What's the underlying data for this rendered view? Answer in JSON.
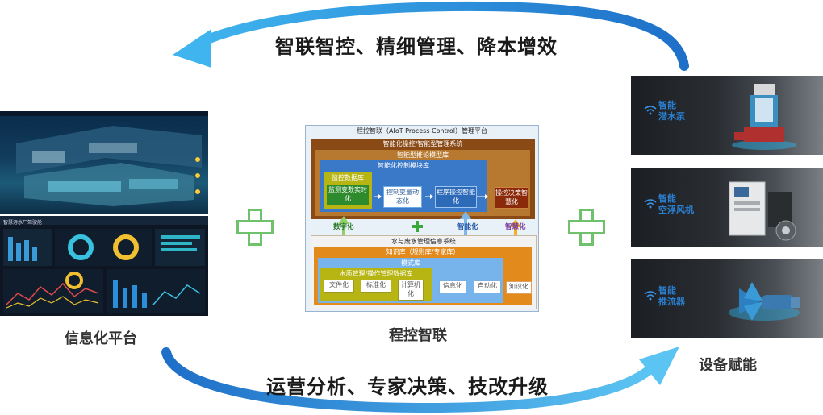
{
  "slogans": {
    "top": "智联智控、精细管理、降本增效",
    "bottom": "运营分析、专家决策、技改升级"
  },
  "captions": {
    "left": "信息化平台",
    "center": "程控智联",
    "right": "设备赋能"
  },
  "platform": {
    "title": "程控智联（AIoT Process Control）管理平台",
    "top_system": "智能化操控/智能型管理系统",
    "model_lib": "智能型推论模型库",
    "control_lib": "智能化控制模块库",
    "monitor_lib": "监控数据库",
    "monitor_sub": "监测变数实时化",
    "cells": [
      "控制变量动态化",
      "程序操控智能化",
      "操控决策智慧化"
    ],
    "arrow_labels": [
      "数字化",
      "智能化",
      "智慧化"
    ],
    "bottom_system": "水与废水管理信息系统",
    "knowledge": "知识库（规则库/专家库）",
    "mode_lib": "模式库",
    "water_db": "水质管理/操作管理数据库",
    "db_cells": [
      "文件化",
      "标准化",
      "计算机化"
    ],
    "out_cells": [
      "信息化",
      "自动化",
      "知识化"
    ]
  },
  "devices": [
    {
      "label": "智能潜水泵",
      "lines": [
        "智能",
        "潜水泵"
      ],
      "icon": "wifi-icon"
    },
    {
      "label": "智能空浮风机",
      "lines": [
        "智能",
        "空浮风机"
      ],
      "icon": "wifi-icon"
    },
    {
      "label": "智能推流器",
      "lines": [
        "智能",
        "推流器"
      ],
      "icon": "wifi-icon"
    }
  ],
  "dashboard": {
    "header": "智慧污水厂驾驶舱"
  },
  "colors": {
    "arrow_blue": "#1e8fe0",
    "plus_green": "#6fc26b",
    "platform_brown": "#8a4a16",
    "accent_orange": "#e38a1d"
  }
}
